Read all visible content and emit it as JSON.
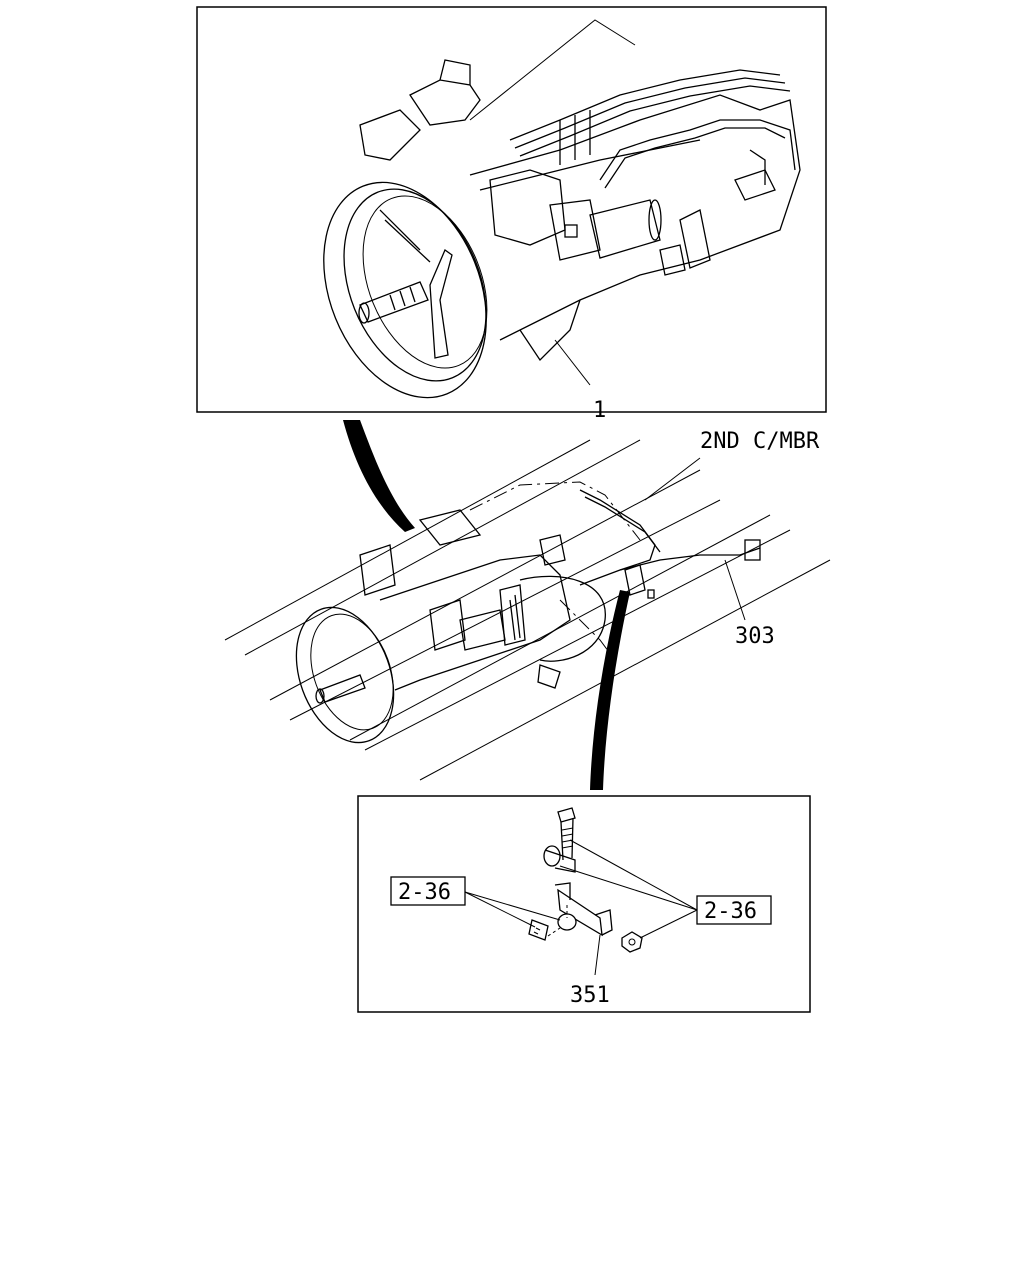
{
  "labels": {
    "part_1": "1",
    "frame_member": "2ND C/MBR",
    "part_303": "303",
    "part_351": "351",
    "ref_left": "2-36",
    "ref_right": "2-36"
  }
}
